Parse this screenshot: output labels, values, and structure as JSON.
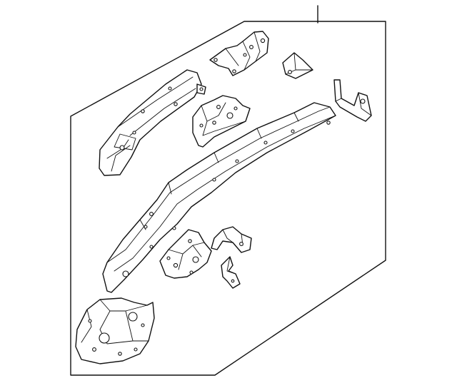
{
  "diagram": {
    "kind": "exploded-parts-illustration",
    "style": "black-line-art-on-white",
    "parts": [
      {
        "id": "rear-side-rail",
        "icon": "rail-icon"
      },
      {
        "id": "upper-rail-extension",
        "icon": "bracket-icon"
      },
      {
        "id": "top-mount-bracket",
        "icon": "bracket-icon"
      },
      {
        "id": "small-angle-bracket",
        "icon": "bracket-icon"
      },
      {
        "id": "right-l-bracket",
        "icon": "bracket-icon"
      },
      {
        "id": "center-reinforcement-plate",
        "icon": "plate-icon"
      },
      {
        "id": "lower-gusset-plate",
        "icon": "plate-icon"
      },
      {
        "id": "curved-brace",
        "icon": "bracket-icon"
      },
      {
        "id": "small-clip",
        "icon": "clip-icon"
      },
      {
        "id": "front-end-bracket",
        "icon": "bracket-icon"
      }
    ],
    "colors": {
      "line": "#111111",
      "background": "#ffffff"
    }
  }
}
